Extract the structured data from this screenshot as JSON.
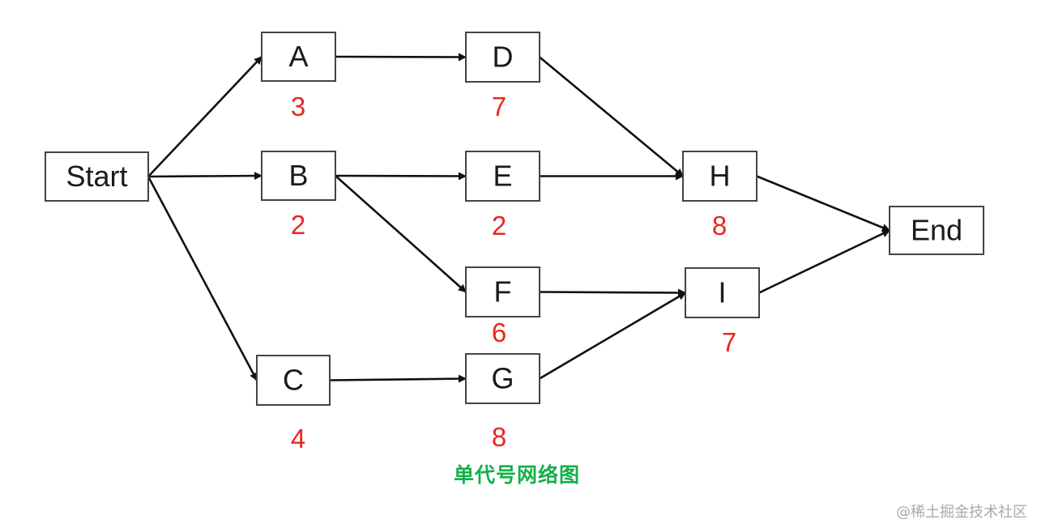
{
  "diagram": {
    "nodes": [
      {
        "id": "Start",
        "label": "Start",
        "duration": ""
      },
      {
        "id": "A",
        "label": "A",
        "duration": "3"
      },
      {
        "id": "B",
        "label": "B",
        "duration": "2"
      },
      {
        "id": "C",
        "label": "C",
        "duration": "4"
      },
      {
        "id": "D",
        "label": "D",
        "duration": "7"
      },
      {
        "id": "E",
        "label": "E",
        "duration": "2"
      },
      {
        "id": "F",
        "label": "F",
        "duration": "6"
      },
      {
        "id": "G",
        "label": "G",
        "duration": "8"
      },
      {
        "id": "H",
        "label": "H",
        "duration": "8"
      },
      {
        "id": "I",
        "label": "I",
        "duration": "7"
      },
      {
        "id": "End",
        "label": "End",
        "duration": ""
      }
    ],
    "edges": [
      [
        "Start",
        "A"
      ],
      [
        "Start",
        "B"
      ],
      [
        "Start",
        "C"
      ],
      [
        "A",
        "D"
      ],
      [
        "B",
        "E"
      ],
      [
        "B",
        "F"
      ],
      [
        "C",
        "G"
      ],
      [
        "D",
        "H"
      ],
      [
        "E",
        "H"
      ],
      [
        "F",
        "I"
      ],
      [
        "G",
        "I"
      ],
      [
        "H",
        "End"
      ],
      [
        "I",
        "End"
      ]
    ],
    "colors": {
      "box_stroke": "#444444",
      "edge": "#111111",
      "duration": "#e8271f",
      "caption": "#13b04a"
    }
  },
  "caption": "单代号网络图",
  "watermark": "@稀土掘金技术社区"
}
